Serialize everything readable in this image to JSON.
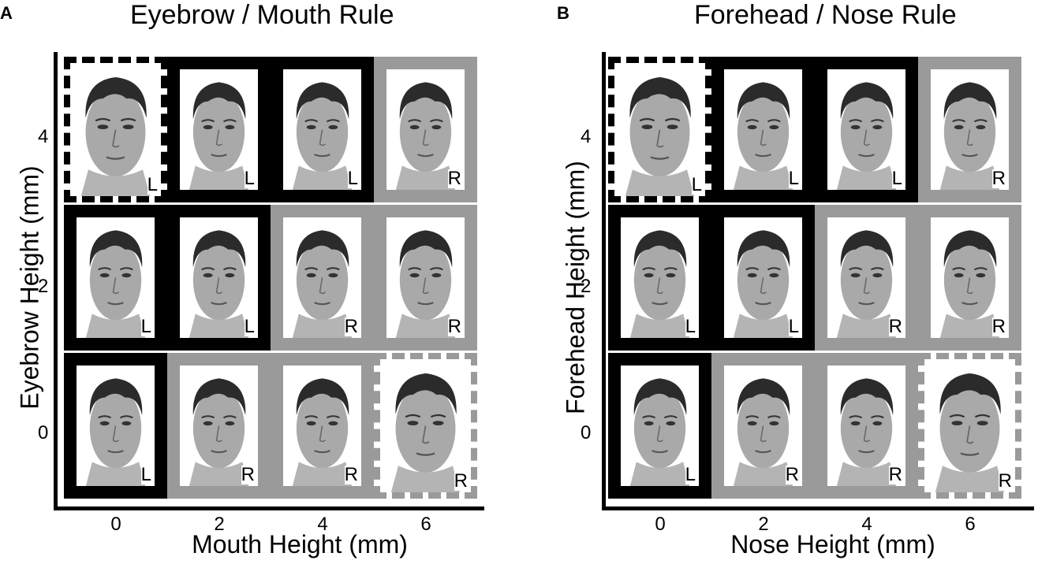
{
  "panels": [
    {
      "letter": "A",
      "title": "Eyebrow / Mouth Rule",
      "y_label": "Eyebrow Height (mm)",
      "x_label": "Mouth Height (mm)",
      "y_ticks": [
        "4",
        "2",
        "0"
      ],
      "x_ticks": [
        "0",
        "2",
        "4",
        "6"
      ],
      "grid": [
        [
          {
            "label": "L",
            "style": "dashed-black"
          },
          {
            "label": "L",
            "style": "solid-black"
          },
          {
            "label": "L",
            "style": "solid-black"
          },
          {
            "label": "R",
            "style": "solid-gray"
          }
        ],
        [
          {
            "label": "L",
            "style": "solid-black"
          },
          {
            "label": "L",
            "style": "solid-black"
          },
          {
            "label": "R",
            "style": "solid-gray"
          },
          {
            "label": "R",
            "style": "solid-gray"
          }
        ],
        [
          {
            "label": "L",
            "style": "solid-black"
          },
          {
            "label": "R",
            "style": "solid-gray"
          },
          {
            "label": "R",
            "style": "solid-gray"
          },
          {
            "label": "R",
            "style": "dashed-gray"
          }
        ]
      ]
    },
    {
      "letter": "B",
      "title": "Forehead / Nose Rule",
      "y_label": "Forehead Height (mm)",
      "x_label": "Nose Height (mm)",
      "y_ticks": [
        "4",
        "2",
        "0"
      ],
      "x_ticks": [
        "0",
        "2",
        "4",
        "6"
      ],
      "grid": [
        [
          {
            "label": "L",
            "style": "dashed-black"
          },
          {
            "label": "L",
            "style": "solid-black"
          },
          {
            "label": "L",
            "style": "solid-black"
          },
          {
            "label": "R",
            "style": "solid-gray"
          }
        ],
        [
          {
            "label": "L",
            "style": "solid-black"
          },
          {
            "label": "L",
            "style": "solid-black"
          },
          {
            "label": "R",
            "style": "solid-gray"
          },
          {
            "label": "R",
            "style": "solid-gray"
          }
        ],
        [
          {
            "label": "L",
            "style": "solid-black"
          },
          {
            "label": "R",
            "style": "solid-gray"
          },
          {
            "label": "R",
            "style": "solid-gray"
          },
          {
            "label": "R",
            "style": "dashed-gray"
          }
        ]
      ]
    }
  ]
}
